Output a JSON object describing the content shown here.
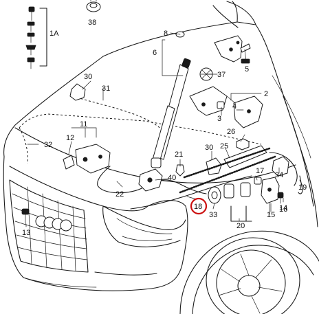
{
  "labels": {
    "l1A": "1A",
    "l2": "2",
    "l3": "3",
    "l4": "4",
    "l5": "5",
    "l6": "6",
    "l8": "8",
    "l11": "11",
    "l12": "12",
    "l13": "13",
    "l14": "14",
    "l15": "15",
    "l16": "16",
    "l17": "17",
    "l18": "18",
    "l19": "19",
    "l20": "20",
    "l21": "21",
    "l22": "22",
    "l25": "25",
    "l26": "26",
    "l30a": "30",
    "l30b": "30",
    "l31": "31",
    "l32": "32",
    "l33": "33",
    "l34": "34",
    "l37": "37",
    "l38": "38",
    "l40": "40"
  },
  "highlight": {
    "label": "18",
    "color": "#cc1010"
  }
}
